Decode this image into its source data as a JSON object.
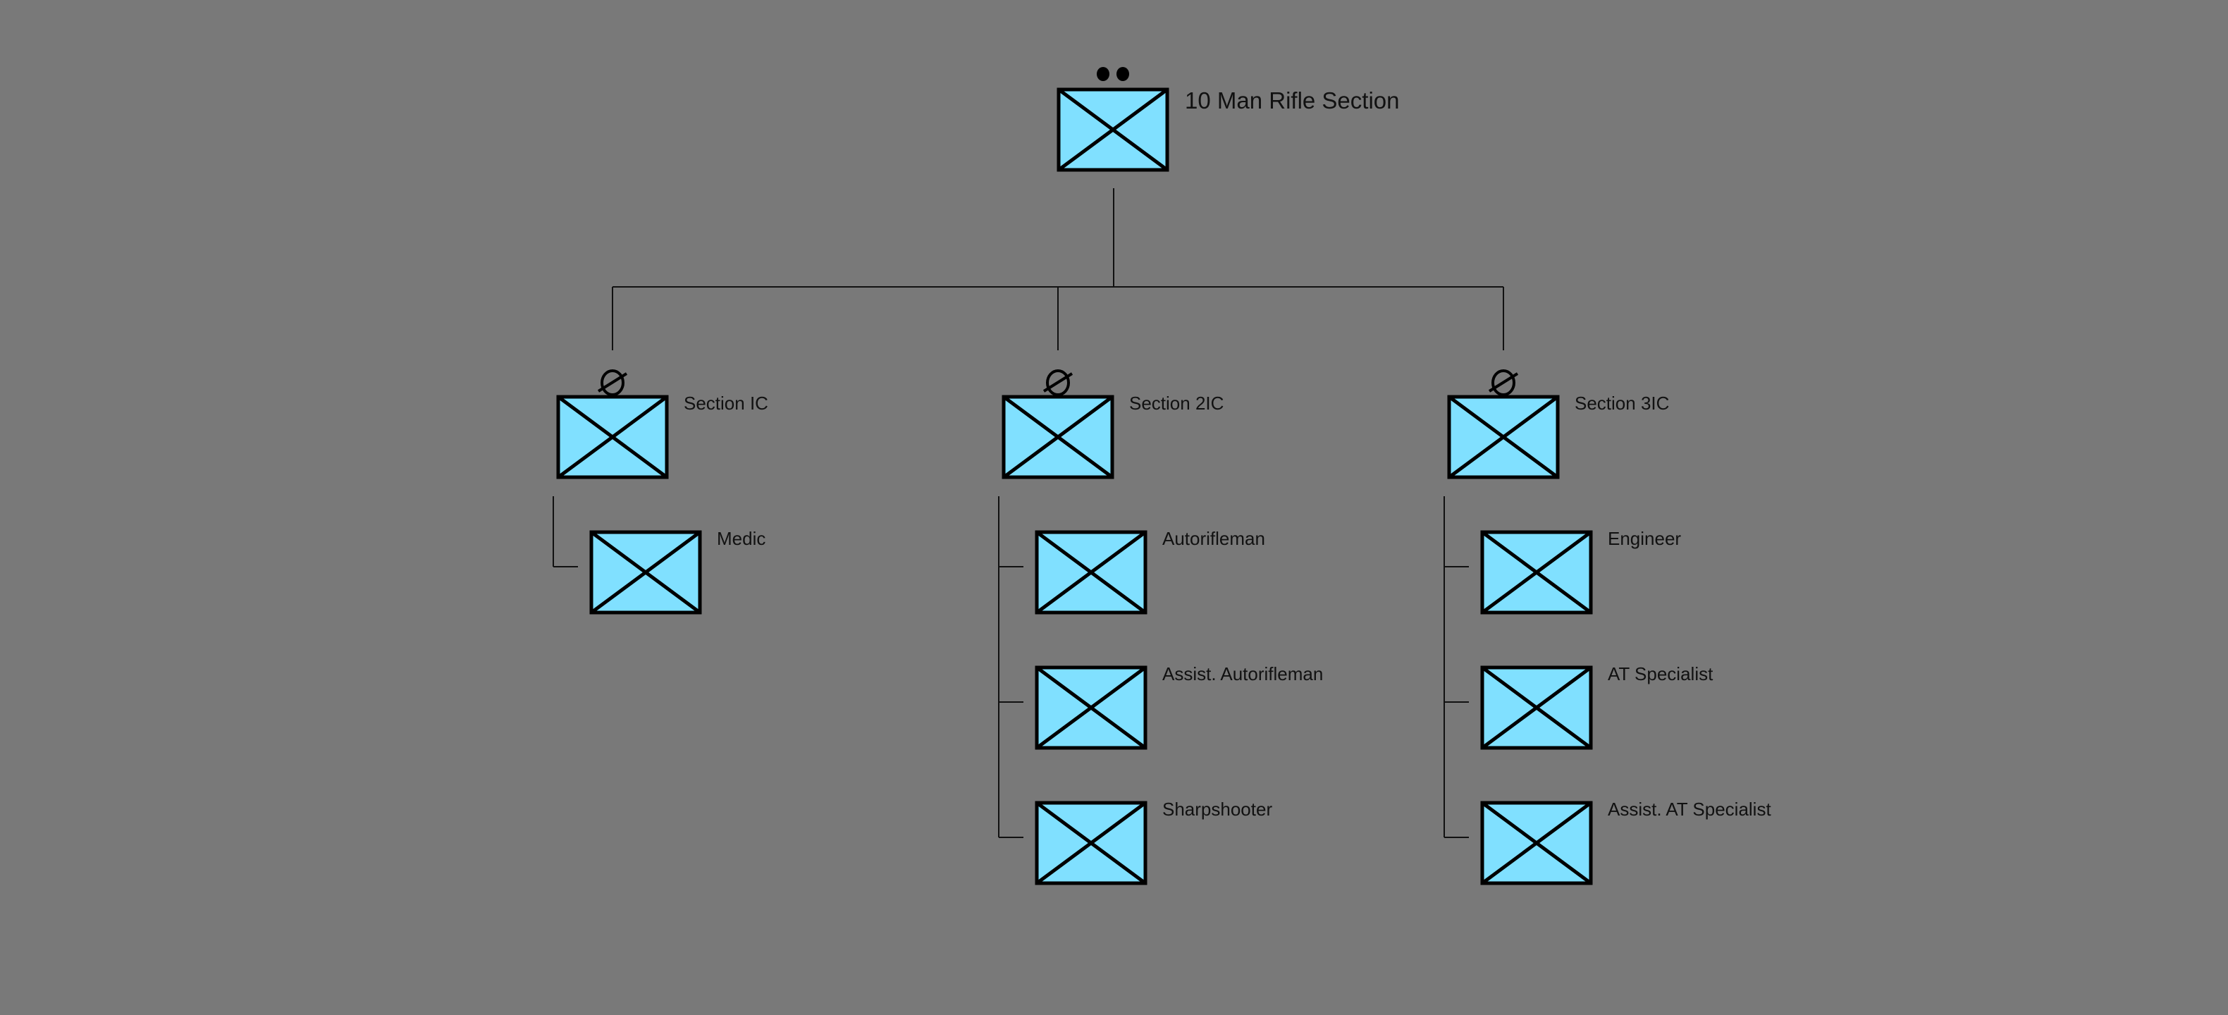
{
  "colors": {
    "background": "#797979",
    "unit_fill": "#80e0ff",
    "unit_stroke": "#000000",
    "connector": "#111111"
  },
  "root": {
    "label": "10 Man Rifle Section",
    "echelon_icon": "two-dots-echelon-icon",
    "symbol_icon": "infantry-icon"
  },
  "leaders": [
    {
      "label": "Section IC",
      "echelon_icon": "team-leader-icon",
      "symbol_icon": "infantry-icon",
      "members": [
        {
          "label": "Medic",
          "symbol_icon": "infantry-icon"
        }
      ]
    },
    {
      "label": "Section 2IC",
      "echelon_icon": "team-leader-icon",
      "symbol_icon": "infantry-icon",
      "members": [
        {
          "label": "Autorifleman",
          "symbol_icon": "infantry-icon"
        },
        {
          "label": "Assist. Autorifleman",
          "symbol_icon": "infantry-icon"
        },
        {
          "label": "Sharpshooter",
          "symbol_icon": "infantry-icon"
        }
      ]
    },
    {
      "label": "Section 3IC",
      "echelon_icon": "team-leader-icon",
      "symbol_icon": "infantry-icon",
      "members": [
        {
          "label": "Engineer",
          "symbol_icon": "infantry-icon"
        },
        {
          "label": "AT Specialist",
          "symbol_icon": "infantry-icon"
        },
        {
          "label": "Assist. AT Specialist",
          "symbol_icon": "infantry-icon"
        }
      ]
    }
  ]
}
